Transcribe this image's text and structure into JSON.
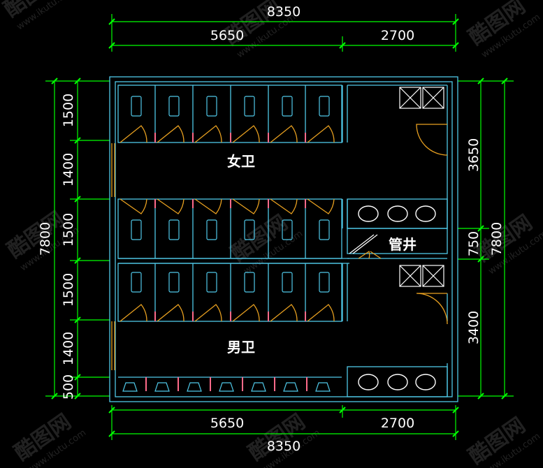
{
  "dimensions": {
    "top_total": "8350",
    "top_left": "5650",
    "top_right": "2700",
    "bottom_left": "5650",
    "bottom_right": "2700",
    "bottom_total": "8350",
    "left_1": "1500",
    "left_2": "1400",
    "left_3": "1500",
    "left_4": "1500",
    "left_5": "1400",
    "left_6": "500",
    "left_total": "7800",
    "right_1": "3650",
    "right_2": "750",
    "right_3": "3400",
    "right_total": "7800"
  },
  "rooms": {
    "women": "女卫",
    "men": "男卫",
    "shaft": "管井"
  },
  "watermark": {
    "logo": "酷图网",
    "url": "www.ikutu.com"
  },
  "colors": {
    "dimension": "#00ff00",
    "wall": "#4fc8e8",
    "door": "#e8a020",
    "fixture": "#4fc8e8",
    "partition": "#ff6a8a"
  }
}
